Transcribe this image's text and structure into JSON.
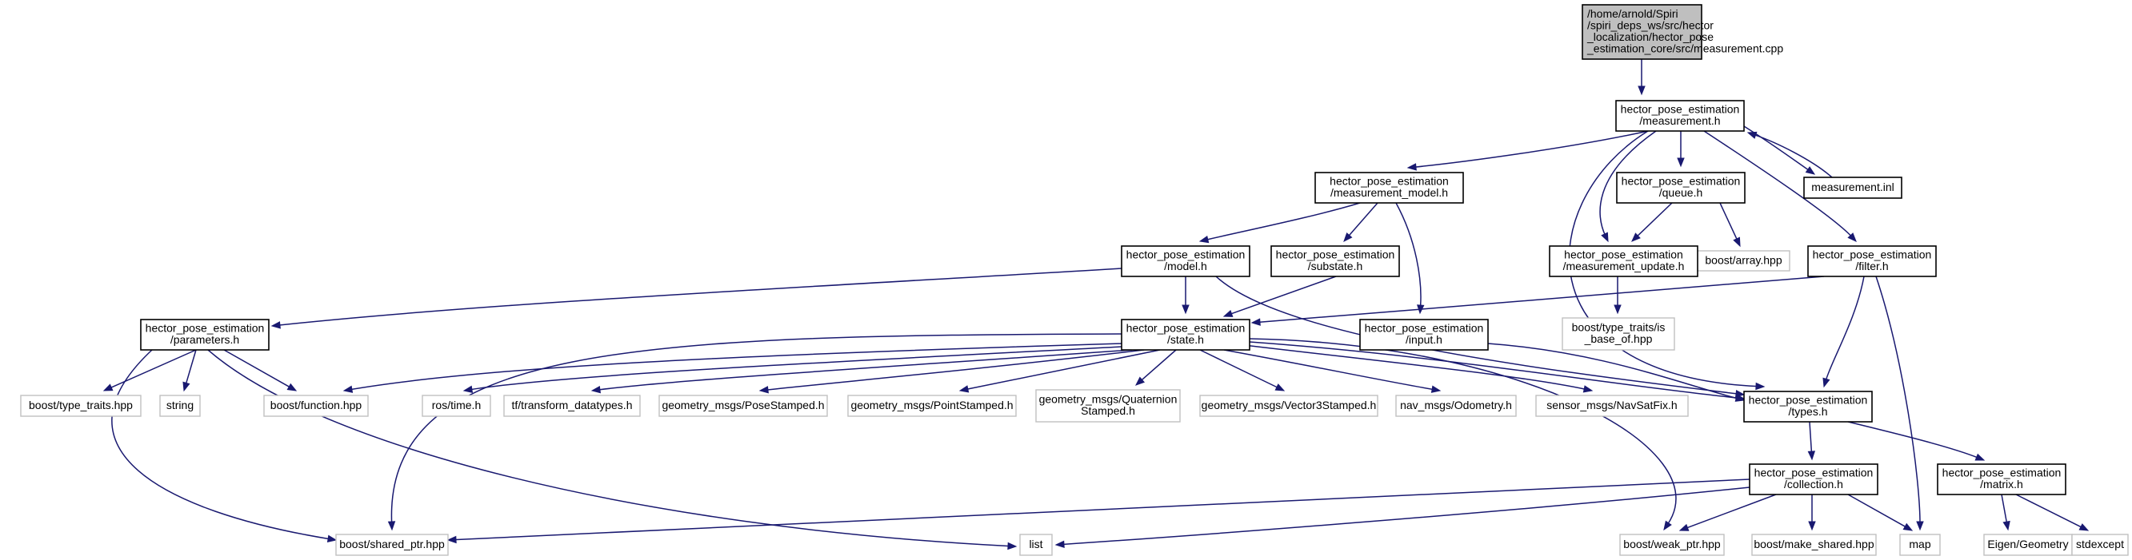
{
  "diagram": {
    "type": "include-dependency-graph",
    "colors": {
      "edge": "#191970",
      "root_fill": "#bfbfbf",
      "box_border": "#000000",
      "external_border": "#c0c0c0"
    },
    "nodes": [
      {
        "id": "root",
        "kind": "root",
        "lines": [
          "/home/arnold/Spiri",
          "/spiri_deps_ws/src/hector",
          "_localization/hector_pose",
          "_estimation_core/src/measurement.cpp"
        ]
      },
      {
        "id": "measurement_h",
        "kind": "internal",
        "lines": [
          "hector_pose_estimation",
          "/measurement.h"
        ]
      },
      {
        "id": "measurement_inl",
        "kind": "internal",
        "lines": [
          "measurement.inl"
        ]
      },
      {
        "id": "measurement_model_h",
        "kind": "internal",
        "lines": [
          "hector_pose_estimation",
          "/measurement_model.h"
        ]
      },
      {
        "id": "queue_h",
        "kind": "internal",
        "lines": [
          "hector_pose_estimation",
          "/queue.h"
        ]
      },
      {
        "id": "boost_array",
        "kind": "external",
        "lines": [
          "boost/array.hpp"
        ]
      },
      {
        "id": "model_h",
        "kind": "internal",
        "lines": [
          "hector_pose_estimation",
          "/model.h"
        ]
      },
      {
        "id": "substate_h",
        "kind": "internal",
        "lines": [
          "hector_pose_estimation",
          "/substate.h"
        ]
      },
      {
        "id": "measurement_update_h",
        "kind": "internal",
        "lines": [
          "hector_pose_estimation",
          "/measurement_update.h"
        ]
      },
      {
        "id": "filter_h",
        "kind": "internal",
        "lines": [
          "hector_pose_estimation",
          "/filter.h"
        ]
      },
      {
        "id": "type_traits_is_base",
        "kind": "external",
        "lines": [
          "boost/type_traits/is",
          "_base_of.hpp"
        ]
      },
      {
        "id": "parameters_h",
        "kind": "internal",
        "lines": [
          "hector_pose_estimation",
          "/parameters.h"
        ]
      },
      {
        "id": "state_h",
        "kind": "internal",
        "lines": [
          "hector_pose_estimation",
          "/state.h"
        ]
      },
      {
        "id": "input_h",
        "kind": "internal",
        "lines": [
          "hector_pose_estimation",
          "/input.h"
        ]
      },
      {
        "id": "boost_type_traits",
        "kind": "external",
        "lines": [
          "boost/type_traits.hpp"
        ]
      },
      {
        "id": "string",
        "kind": "external",
        "lines": [
          "string"
        ]
      },
      {
        "id": "boost_function",
        "kind": "external",
        "lines": [
          "boost/function.hpp"
        ]
      },
      {
        "id": "ros_time",
        "kind": "external",
        "lines": [
          "ros/time.h"
        ]
      },
      {
        "id": "tf_transform",
        "kind": "external",
        "lines": [
          "tf/transform_datatypes.h"
        ]
      },
      {
        "id": "pose_stamped",
        "kind": "external",
        "lines": [
          "geometry_msgs/PoseStamped.h"
        ]
      },
      {
        "id": "point_stamped",
        "kind": "external",
        "lines": [
          "geometry_msgs/PointStamped.h"
        ]
      },
      {
        "id": "quaternion_stamped",
        "kind": "external",
        "lines": [
          "geometry_msgs/Quaternion",
          "Stamped.h"
        ]
      },
      {
        "id": "vector3_stamped",
        "kind": "external",
        "lines": [
          "geometry_msgs/Vector3Stamped.h"
        ]
      },
      {
        "id": "odometry",
        "kind": "external",
        "lines": [
          "nav_msgs/Odometry.h"
        ]
      },
      {
        "id": "navsatfix",
        "kind": "external",
        "lines": [
          "sensor_msgs/NavSatFix.h"
        ]
      },
      {
        "id": "types_h",
        "kind": "internal",
        "lines": [
          "hector_pose_estimation",
          "/types.h"
        ]
      },
      {
        "id": "collection_h",
        "kind": "internal",
        "lines": [
          "hector_pose_estimation",
          "/collection.h"
        ]
      },
      {
        "id": "matrix_h",
        "kind": "internal",
        "lines": [
          "hector_pose_estimation",
          "/matrix.h"
        ]
      },
      {
        "id": "shared_ptr",
        "kind": "external",
        "lines": [
          "boost/shared_ptr.hpp"
        ]
      },
      {
        "id": "list",
        "kind": "external",
        "lines": [
          "list"
        ]
      },
      {
        "id": "weak_ptr",
        "kind": "external",
        "lines": [
          "boost/weak_ptr.hpp"
        ]
      },
      {
        "id": "make_shared",
        "kind": "external",
        "lines": [
          "boost/make_shared.hpp"
        ]
      },
      {
        "id": "map",
        "kind": "external",
        "lines": [
          "map"
        ]
      },
      {
        "id": "eigen_geometry",
        "kind": "external",
        "lines": [
          "Eigen/Geometry"
        ]
      },
      {
        "id": "stdexcept",
        "kind": "external",
        "lines": [
          "stdexcept"
        ]
      }
    ],
    "edges": [
      [
        "root",
        "measurement_h"
      ],
      [
        "measurement_h",
        "measurement_model_h"
      ],
      [
        "measurement_h",
        "queue_h"
      ],
      [
        "measurement_h",
        "measurement_inl"
      ],
      [
        "measurement_h",
        "filter_h"
      ],
      [
        "measurement_h",
        "measurement_update_h"
      ],
      [
        "measurement_h",
        "types_h"
      ],
      [
        "measurement_inl",
        "measurement_h"
      ],
      [
        "measurement_model_h",
        "model_h"
      ],
      [
        "measurement_model_h",
        "substate_h"
      ],
      [
        "measurement_model_h",
        "input_h"
      ],
      [
        "queue_h",
        "measurement_update_h"
      ],
      [
        "queue_h",
        "boost_array"
      ],
      [
        "model_h",
        "parameters_h"
      ],
      [
        "model_h",
        "state_h"
      ],
      [
        "model_h",
        "types_h"
      ],
      [
        "substate_h",
        "state_h"
      ],
      [
        "measurement_update_h",
        "type_traits_is_base"
      ],
      [
        "filter_h",
        "state_h"
      ],
      [
        "filter_h",
        "types_h"
      ],
      [
        "filter_h",
        "map"
      ],
      [
        "parameters_h",
        "boost_type_traits"
      ],
      [
        "parameters_h",
        "string"
      ],
      [
        "parameters_h",
        "boost_function"
      ],
      [
        "parameters_h",
        "shared_ptr"
      ],
      [
        "parameters_h",
        "list"
      ],
      [
        "state_h",
        "boost_function"
      ],
      [
        "state_h",
        "ros_time"
      ],
      [
        "state_h",
        "tf_transform"
      ],
      [
        "state_h",
        "pose_stamped"
      ],
      [
        "state_h",
        "point_stamped"
      ],
      [
        "state_h",
        "quaternion_stamped"
      ],
      [
        "state_h",
        "vector3_stamped"
      ],
      [
        "state_h",
        "odometry"
      ],
      [
        "state_h",
        "navsatfix"
      ],
      [
        "state_h",
        "types_h"
      ],
      [
        "state_h",
        "shared_ptr"
      ],
      [
        "state_h",
        "weak_ptr"
      ],
      [
        "input_h",
        "types_h"
      ],
      [
        "types_h",
        "collection_h"
      ],
      [
        "types_h",
        "matrix_h"
      ],
      [
        "collection_h",
        "shared_ptr"
      ],
      [
        "collection_h",
        "list"
      ],
      [
        "collection_h",
        "weak_ptr"
      ],
      [
        "collection_h",
        "make_shared"
      ],
      [
        "collection_h",
        "map"
      ],
      [
        "matrix_h",
        "eigen_geometry"
      ],
      [
        "matrix_h",
        "stdexcept"
      ]
    ]
  }
}
